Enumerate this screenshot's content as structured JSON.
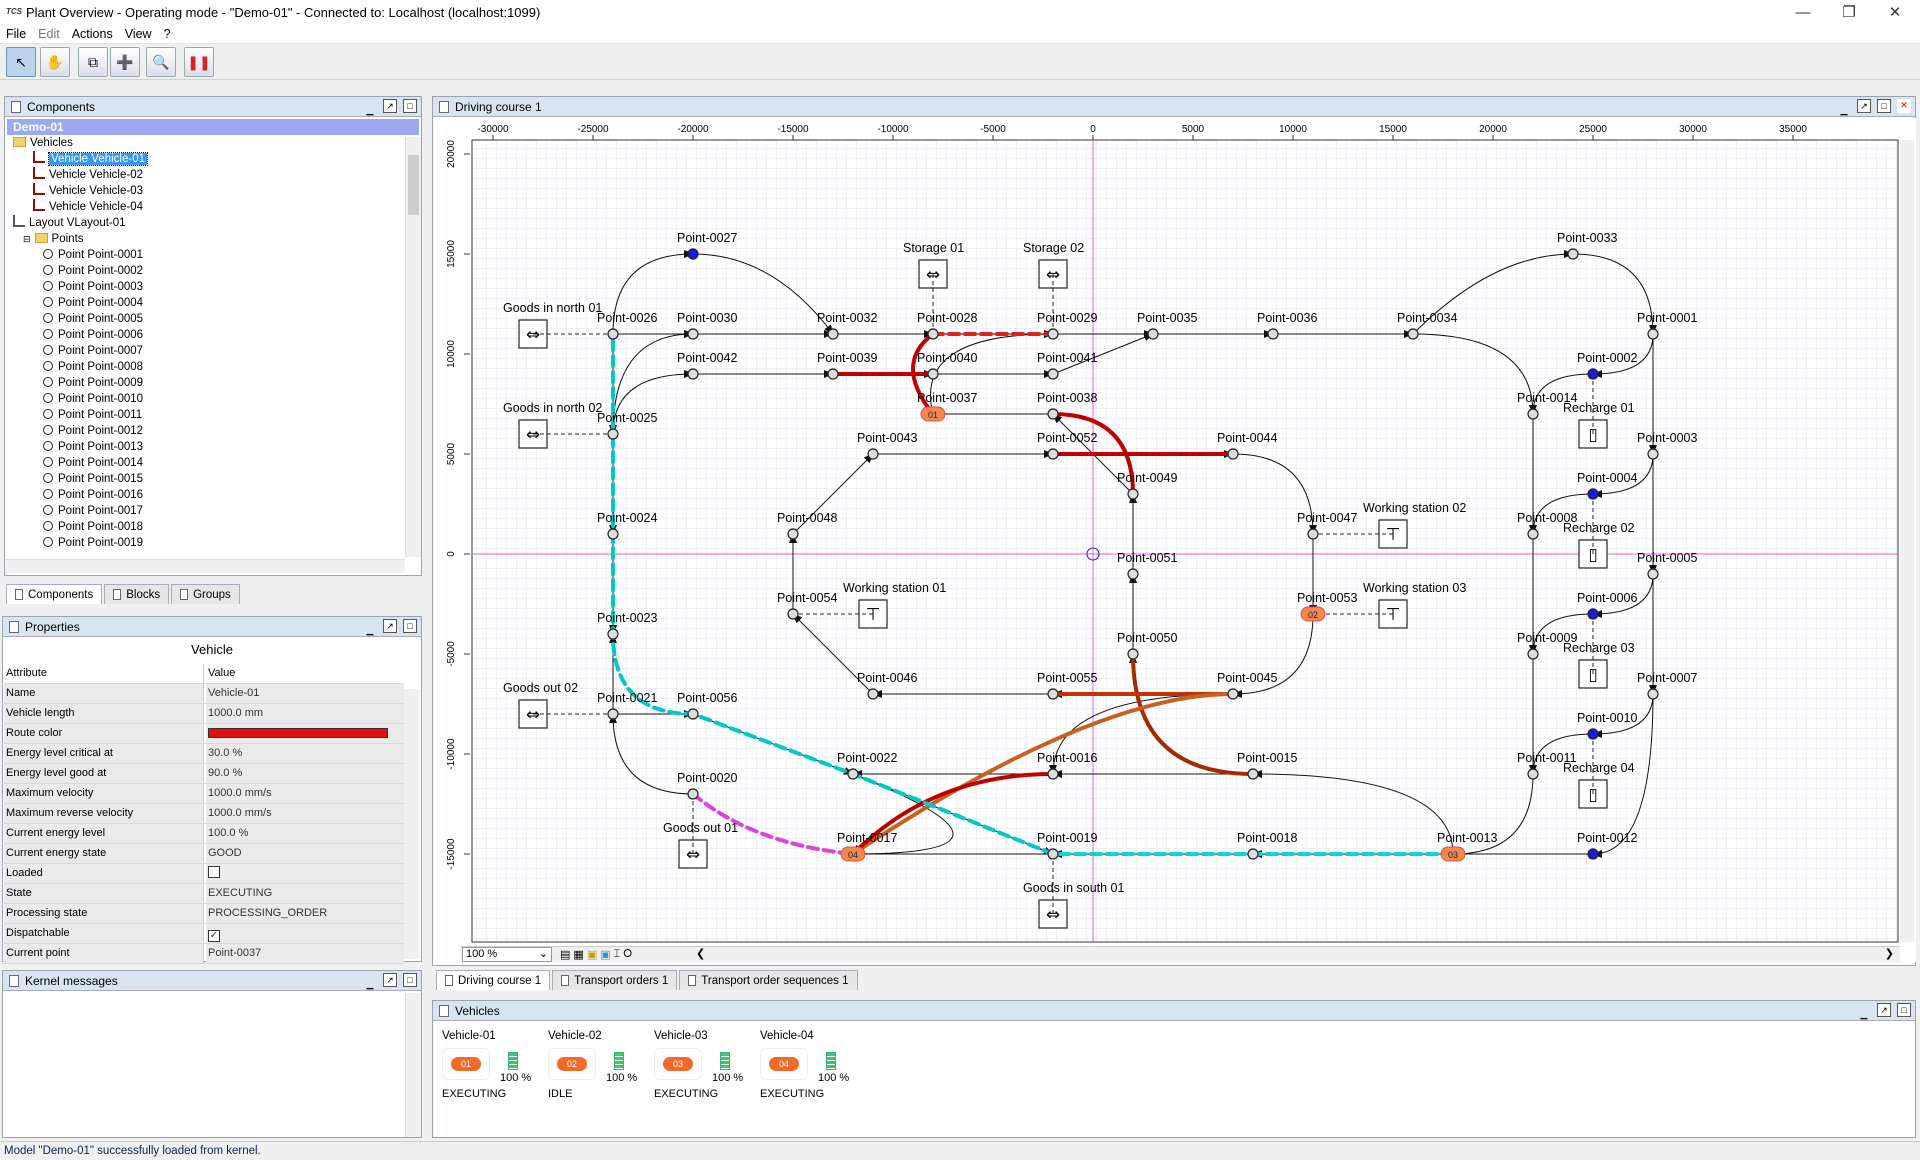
{
  "window": {
    "title": "Plant Overview - Operating mode - \"Demo-01\" - Connected to: Localhost (localhost:1099)",
    "logo": "TCS",
    "controls": [
      "minimize",
      "restore",
      "close"
    ]
  },
  "menu": [
    {
      "label": "File",
      "enabled": true
    },
    {
      "label": "Edit",
      "enabled": false
    },
    {
      "label": "Actions",
      "enabled": true
    },
    {
      "label": "View",
      "enabled": true
    },
    {
      "label": "?",
      "enabled": true
    }
  ],
  "toolbar": [
    {
      "name": "select-tool",
      "icon": "arrow-cursor-icon",
      "active": true
    },
    {
      "name": "drag-tool",
      "icon": "hand-icon"
    },
    {
      "name": "create-group",
      "icon": "group-icon"
    },
    {
      "name": "create-transport-order",
      "icon": "add-order-icon"
    },
    {
      "name": "find-vehicle",
      "icon": "find-vehicle-icon"
    },
    {
      "name": "pause-all",
      "icon": "pause-icon"
    }
  ],
  "components": {
    "title": "Components",
    "root": "Demo-01",
    "vehicles_label": "Vehicles",
    "vehicles": [
      "Vehicle Vehicle-01",
      "Vehicle Vehicle-02",
      "Vehicle Vehicle-03",
      "Vehicle Vehicle-04"
    ],
    "selected_vehicle": "Vehicle Vehicle-01",
    "layout": "Layout VLayout-01",
    "points_label": "Points",
    "points": [
      "Point Point-0001",
      "Point Point-0002",
      "Point Point-0003",
      "Point Point-0004",
      "Point Point-0005",
      "Point Point-0006",
      "Point Point-0007",
      "Point Point-0008",
      "Point Point-0009",
      "Point Point-0010",
      "Point Point-0011",
      "Point Point-0012",
      "Point Point-0013",
      "Point Point-0014",
      "Point Point-0015",
      "Point Point-0016",
      "Point Point-0017",
      "Point Point-0018",
      "Point Point-0019"
    ],
    "tabs": [
      "Components",
      "Blocks",
      "Groups"
    ]
  },
  "properties": {
    "title": "Properties",
    "subtitle": "Vehicle",
    "col_attr": "Attribute",
    "col_value": "Value",
    "rows": [
      {
        "attr": "Name",
        "value": "Vehicle-01"
      },
      {
        "attr": "Vehicle length",
        "value": "1000.0 mm"
      },
      {
        "attr": "Route color",
        "value": "",
        "color": "#e01010"
      },
      {
        "attr": "Energy level critical at",
        "value": "30.0 %"
      },
      {
        "attr": "Energy level good at",
        "value": "90.0 %"
      },
      {
        "attr": "Maximum velocity",
        "value": "1000.0 mm/s"
      },
      {
        "attr": "Maximum reverse velocity",
        "value": "1000.0 mm/s"
      },
      {
        "attr": "Current energy level",
        "value": "100.0 %"
      },
      {
        "attr": "Current energy state",
        "value": "GOOD"
      },
      {
        "attr": "Loaded",
        "value": "",
        "checkbox": false
      },
      {
        "attr": "State",
        "value": "EXECUTING"
      },
      {
        "attr": "Processing state",
        "value": "PROCESSING_ORDER"
      },
      {
        "attr": "Dispatchable",
        "value": "",
        "checkbox": true
      },
      {
        "attr": "Current point",
        "value": "Point-0037"
      }
    ]
  },
  "kernel": {
    "title": "Kernel messages"
  },
  "course": {
    "title": "Driving course 1",
    "zoom": "100 %",
    "tabs": [
      "Driving course 1",
      "Transport orders 1",
      "Transport order sequences 1"
    ],
    "x_ticks": [
      "-30000",
      "-25000",
      "-20000",
      "-15000",
      "-10000",
      "-5000",
      "0",
      "5000",
      "10000",
      "15000",
      "20000",
      "25000",
      "30000",
      "35000"
    ],
    "y_ticks": [
      "20000",
      "15000",
      "10000",
      "5000",
      "0",
      "-5000",
      "-10000",
      "-15000"
    ]
  },
  "points": [
    {
      "id": "Point-0027",
      "x": -20000,
      "y": 15000
    },
    {
      "id": "Point-0026",
      "x": -24000,
      "y": 11000
    },
    {
      "id": "Point-0030",
      "x": -20000,
      "y": 11000
    },
    {
      "id": "Point-0032",
      "x": -13000,
      "y": 11000
    },
    {
      "id": "Point-0028",
      "x": -8000,
      "y": 11000
    },
    {
      "id": "Point-0029",
      "x": -2000,
      "y": 11000
    },
    {
      "id": "Point-0035",
      "x": 3000,
      "y": 11000
    },
    {
      "id": "Point-0036",
      "x": 9000,
      "y": 11000
    },
    {
      "id": "Point-0034",
      "x": 16000,
      "y": 11000
    },
    {
      "id": "Point-0033",
      "x": 24000,
      "y": 15000
    },
    {
      "id": "Point-0001",
      "x": 28000,
      "y": 11000
    },
    {
      "id": "Point-0042",
      "x": -20000,
      "y": 9000
    },
    {
      "id": "Point-0039",
      "x": -13000,
      "y": 9000
    },
    {
      "id": "Point-0040",
      "x": -8000,
      "y": 9000
    },
    {
      "id": "Point-0041",
      "x": -2000,
      "y": 9000
    },
    {
      "id": "Point-0002",
      "x": 25000,
      "y": 9000
    },
    {
      "id": "Point-0014",
      "x": 22000,
      "y": 7000
    },
    {
      "id": "Point-0037",
      "x": -8000,
      "y": 7000
    },
    {
      "id": "Point-0038",
      "x": -2000,
      "y": 7000
    },
    {
      "id": "Point-0025",
      "x": -24000,
      "y": 6000
    },
    {
      "id": "Point-0003",
      "x": 28000,
      "y": 5000
    },
    {
      "id": "Point-0043",
      "x": -11000,
      "y": 5000
    },
    {
      "id": "Point-0052",
      "x": -2000,
      "y": 5000
    },
    {
      "id": "Point-0044",
      "x": 7000,
      "y": 5000
    },
    {
      "id": "Point-0049",
      "x": 2000,
      "y": 3000
    },
    {
      "id": "Point-0004",
      "x": 25000,
      "y": 3000
    },
    {
      "id": "Point-0024",
      "x": -24000,
      "y": 1000
    },
    {
      "id": "Point-0048",
      "x": -15000,
      "y": 1000
    },
    {
      "id": "Point-0047",
      "x": 11000,
      "y": 1000
    },
    {
      "id": "Point-0008",
      "x": 22000,
      "y": 1000
    },
    {
      "id": "Point-0051",
      "x": 2000,
      "y": -1000
    },
    {
      "id": "Point-0005",
      "x": 28000,
      "y": -1000
    },
    {
      "id": "Point-0054",
      "x": -15000,
      "y": -3000
    },
    {
      "id": "Point-0053",
      "x": 11000,
      "y": -3000
    },
    {
      "id": "Point-0006",
      "x": 25000,
      "y": -3000
    },
    {
      "id": "Point-0023",
      "x": -24000,
      "y": -4000
    },
    {
      "id": "Point-0050",
      "x": 2000,
      "y": -5000
    },
    {
      "id": "Point-0009",
      "x": 22000,
      "y": -5000
    },
    {
      "id": "Point-0046",
      "x": -11000,
      "y": -7000
    },
    {
      "id": "Point-0055",
      "x": -2000,
      "y": -7000
    },
    {
      "id": "Point-0045",
      "x": 7000,
      "y": -7000
    },
    {
      "id": "Point-0007",
      "x": 28000,
      "y": -7000
    },
    {
      "id": "Point-0021",
      "x": -24000,
      "y": -8000
    },
    {
      "id": "Point-0056",
      "x": -20000,
      "y": -8000
    },
    {
      "id": "Point-0010",
      "x": 25000,
      "y": -9000
    },
    {
      "id": "Point-0022",
      "x": -12000,
      "y": -11000
    },
    {
      "id": "Point-0016",
      "x": -2000,
      "y": -11000
    },
    {
      "id": "Point-0015",
      "x": 8000,
      "y": -11000
    },
    {
      "id": "Point-0011",
      "x": 22000,
      "y": -11000
    },
    {
      "id": "Point-0020",
      "x": -20000,
      "y": -12000
    },
    {
      "id": "Point-0017",
      "x": -12000,
      "y": -15000
    },
    {
      "id": "Point-0019",
      "x": -2000,
      "y": -15000
    },
    {
      "id": "Point-0018",
      "x": 8000,
      "y": -15000
    },
    {
      "id": "Point-0013",
      "x": 18000,
      "y": -15000
    },
    {
      "id": "Point-0012",
      "x": 25000,
      "y": -15000
    }
  ],
  "locations": [
    {
      "id": "Goods in north 01",
      "x": -28000,
      "y": 11000,
      "icon": "transfer-icon"
    },
    {
      "id": "Goods in north 02",
      "x": -28000,
      "y": 6000,
      "icon": "transfer-icon"
    },
    {
      "id": "Storage 01",
      "x": -8000,
      "y": 14000,
      "icon": "transfer-icon"
    },
    {
      "id": "Storage 02",
      "x": -2000,
      "y": 14000,
      "icon": "transfer-icon"
    },
    {
      "id": "Recharge 01",
      "x": 25000,
      "y": 6000,
      "icon": "battery-icon"
    },
    {
      "id": "Recharge 02",
      "x": 25000,
      "y": 0,
      "icon": "battery-icon"
    },
    {
      "id": "Recharge 03",
      "x": 25000,
      "y": -6000,
      "icon": "battery-icon"
    },
    {
      "id": "Recharge 04",
      "x": 25000,
      "y": -12000,
      "icon": "battery-icon"
    },
    {
      "id": "Working station 02",
      "x": 15000,
      "y": 1000,
      "icon": "work-icon"
    },
    {
      "id": "Working station 01",
      "x": -11000,
      "y": -3000,
      "icon": "work-icon"
    },
    {
      "id": "Working station 03",
      "x": 15000,
      "y": -3000,
      "icon": "work-icon"
    },
    {
      "id": "Goods out 02",
      "x": -28000,
      "y": -8000,
      "icon": "transfer-icon"
    },
    {
      "id": "Goods out 01",
      "x": -20000,
      "y": -15000,
      "icon": "transfer-icon"
    },
    {
      "id": "Goods in south 01",
      "x": -2000,
      "y": -18000,
      "icon": "transfer-icon"
    }
  ],
  "vehicles_on_map": [
    {
      "label": "01",
      "x": -8000,
      "y": 7000
    },
    {
      "label": "02",
      "x": 11000,
      "y": -3000
    },
    {
      "label": "03",
      "x": 18000,
      "y": -15000
    },
    {
      "label": "04",
      "x": -12000,
      "y": -15000
    }
  ],
  "vehicles_panel": {
    "title": "Vehicles",
    "items": [
      {
        "name": "Vehicle-01",
        "label": "01",
        "energy": "100 %",
        "state": "EXECUTING"
      },
      {
        "name": "Vehicle-02",
        "label": "02",
        "energy": "100 %",
        "state": "IDLE"
      },
      {
        "name": "Vehicle-03",
        "label": "03",
        "energy": "100 %",
        "state": "EXECUTING"
      },
      {
        "name": "Vehicle-04",
        "label": "04",
        "energy": "100 %",
        "state": "EXECUTING"
      }
    ]
  },
  "status": "Model \"Demo-01\" successfully loaded from kernel.",
  "colors": {
    "route_red": "#c00000",
    "route_cyan": "#00d8d8",
    "route_magenta": "#e040e0",
    "selection": "#3399ff",
    "header": "#d9e4f2"
  }
}
